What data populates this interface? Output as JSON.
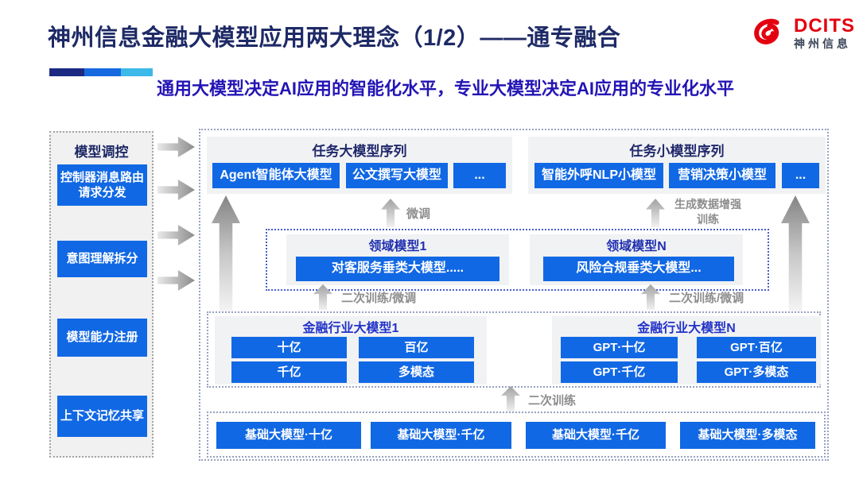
{
  "header": {
    "title": "神州信息金融大模型应用两大理念（1/2）——通专融合",
    "subtitle": "通用大模型决定AI应用的智能化水平，专业大模型决定AI应用的专业化水平",
    "logo": {
      "name": "DCITS",
      "cn": "神州信息"
    },
    "accent_bar_colors": [
      "#1b2a80",
      "#1769e0",
      "#3cb9e8"
    ]
  },
  "colors": {
    "box_blue": "#1168e4",
    "title_navy": "#1e2a66",
    "subtitle_blue": "#2314b5",
    "logo_red": "#e3000f",
    "flow_label_gray": "#8d8d8d"
  },
  "sidebar": {
    "title": "模型调控",
    "items": [
      {
        "label": "控制器消息路由请求分发"
      },
      {
        "label": "意图理解拆分"
      },
      {
        "label": "模型能力注册"
      },
      {
        "label": "上下文记忆共享"
      }
    ]
  },
  "task_large": {
    "title": "任务大模型序列",
    "boxes": [
      "Agent智能体大模型",
      "公文撰写大模型",
      "..."
    ]
  },
  "task_small": {
    "title": "任务小模型序列",
    "boxes": [
      "智能外呼NLP小模型",
      "营销决策小模型",
      "..."
    ]
  },
  "labels": {
    "finetune": "微调",
    "gen_data_training": "生成数据增强训练",
    "secondary_finetune_left": "二次训练/微调",
    "secondary_finetune_right": "二次训练/微调",
    "secondary_training": "二次训练"
  },
  "domain": {
    "left": {
      "title": "领域模型1",
      "box": "对客服务垂类大模型....."
    },
    "right": {
      "title": "领域模型N",
      "box": "风险合规垂类大模型..."
    }
  },
  "industry": {
    "left": {
      "title": "金融行业大模型1",
      "boxes": [
        "十亿",
        "百亿",
        "千亿",
        "多模态"
      ]
    },
    "right": {
      "title": "金融行业大模型N",
      "boxes": [
        "GPT·十亿",
        "GPT·百亿",
        "GPT·千亿",
        "GPT·多模态"
      ]
    }
  },
  "base_models": {
    "boxes": [
      "基础大模型·十亿",
      "基础大模型·千亿",
      "基础大模型·千亿",
      "基础大模型·多模态"
    ]
  }
}
